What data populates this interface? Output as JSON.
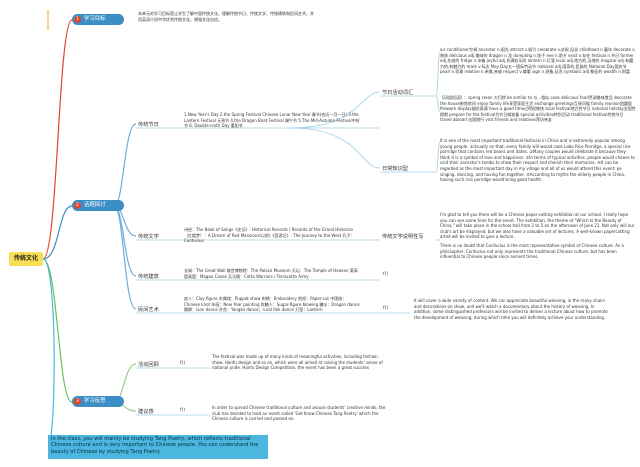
{
  "root": {
    "label": "传统文化"
  },
  "sections": [
    {
      "num": "1",
      "label": "学习目标",
      "text": "本单元的学习目标是让学生了解中国传统文化，理解传统节日、传统文学、传统建筑和民间艺术，并用英语介绍中华优秀传统文化，增强文化自信。"
    },
    {
      "num": "2",
      "label": "话题探讨"
    },
    {
      "num": "3",
      "label": "学习反思"
    }
  ],
  "branches": {
    "festivals": {
      "label": "传统节日",
      "text": "1.New Year's Day 2.the Spring Festival Chinese Lunar New Year 春节(农历一月一日) 3.the Lantern Festival 元宵节 4.the Dragon Boat Festival 端午节 5.The Mid-Autumn Festival中秋节 6. Double-ninth Day 重阳节",
      "sub": [
        {
          "label": "节日活动词汇",
          "text": "air conditioner空调 ancestor n.祖先 attract v.吸引 celebrate v.庆祝,纪念 childhood n.童年 decorate v.装饰 delicious adj.美味的 dragon n.龙 dumpling n.饺子 eve n.前夕 exist v.存在 festival n.节日 former adj.先前的 fridge n.冰箱 joyful adj.充满欢乐的 lantern n.灯笼 local adj.地方的,当地的 magical adj.有魔力的,有魅力的 mark v.标志 May Day五一国际劳动节 national adj.国家的,民族的 National Day国庆节 pearl n.珍珠 relative n.亲属,亲戚 respect v.尊重 sign n.迹象,征兆 symbolic adj.象征的 wealth n.财富",
          "text2": "【词组短语】：spring clean 大扫除 be similar to 与...相似 cook delicious food烹调美味食品 decorate the house装饰房间 enjoy family life享受家庭生活 exchange greetings互致问候 family reunion团圆饭 firework display烟花表演 have a good time过得很愉快 local festival地方性节日 national holiday全国性假期 prepare for the festival为节日做准备 special activities特别活动 traditional festival传统节日 travel abroad 出国旅行 visit friends and relatives拜访亲友"
        },
        {
          "label": "日常知识型",
          "text": "It is one of the most important traditional festivals in China and is extremely popular among young people. ①Usually on that, every family will would cook Laba Rice Porridge, a special rice porridge that contains red beans and dates. ②Many couples would celebrate it because they think it is a symbol of love and happiness. ③In terms of typical activities, people would choose to visit their ancestor's tombs to show their respect and cherish their memories. ④It can be regarded as the most important day in my village and all of us would attend this event: pe singing, dancing, and having fun together. ⑤According to myths the elderly people in China, having such rice porridge would bring good health."
        }
      ]
    },
    "literature": {
      "label": "传统文学",
      "text": "诗经：The Book of Songs《史记》: Historical Records / Records of the Grand Historian （红楼梦）：A Dream of Red Mansions(以前)《西游记》: The Journey to the West 孔子：Confucius",
      "sub": [
        {
          "label": "传统文学说明性写",
          "text": "I'm glad to tell you there will be a Chinese paper-cutting exhibition at our school. I really hope you can see some time for the event. The exhibition, the theme of \"Which Is the Beauty of China,\" will take place in the school hall from 2 to 5 on the afternoon of June 21. Not only will our club's art be displayed, but we also have a valuable set of lectures. A well-known papercutting artist will be invited to give a lecture.",
          "text2": "There is no doubt that Confucius is the most representative symbol of Chinese culture. As a philosopher, Confucius not only represents the traditional Chinese culture, but has been influential to Chinese people since ancient times."
        }
      ]
    },
    "architecture": {
      "label": "传统建筑",
      "text": "长城：The Great Wall 故宫博物院：The Palace Museum 天坛：The Temple of Heaven 莫高窟高窟：Mogao Caves 兵马俑：Cotta Warriors / Terracotta Army",
      "sub": [
        {
          "label": "f()"
        }
      ]
    },
    "folkart": {
      "label": "民间艺术",
      "text": "皮人：Clay figure 木偶戏：Puppet show 刺绣：Embroidery 剪纸：Paper-cut 中国结：Chinese knot 年画：New Year painting 吹糖人：Sugar-figure blowing 糖水：Dragon dance 舞狮：Lion dance 扑克：Yangko dance；rural folk dance 灯笼：Lantern",
      "sub": [
        {
          "label": "f()",
          "text": "It will cover a wide variety of content. We can appreciate beautiful weaving, in the many chairs and decorations on show, and we'll watch a documentary about the history of weaving. In addition, some distinguished professors will be invited to deliver a lecture about how to promote the development of weaving, during which time you will definitely achieve your understanding."
        }
      ]
    }
  },
  "reflection": [
    {
      "label": "活动回顾",
      "func": "f()",
      "text": "The festival was made up of many kinds of meaningful activities, including fashion show, Hanfu design and so on, which were all aimed at raising the students' sense of national pride. Hanfu Design Competition, the event has been a great success"
    },
    {
      "label": "建议感",
      "func": "f()",
      "text": "In order to spread Chinese traditional culture and arouse students' creative minds, the club has decided to hold an event called 'Get Know Chinese Tang Poetry' which the Chinese culture is carried and passed on."
    }
  ],
  "summary": "In the class, you will mainly be studying Tang Poetry, which reflects traditional Chinese culture and is very important to Chinese people. You can understand the beauty of Chinese by studying Tang Poetry."
}
